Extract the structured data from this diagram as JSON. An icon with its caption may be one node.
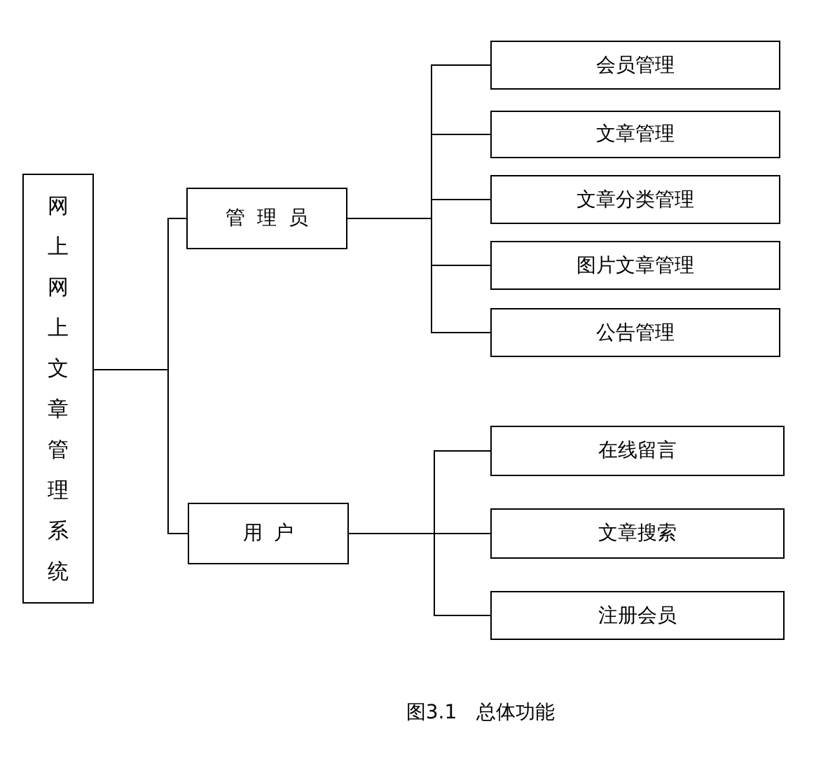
{
  "diagram": {
    "caption": "图3.1　总体功能",
    "nodes": [
      {
        "text": [
          "网上网上文章管理系统"
        ]
      },
      {
        "text": [
          "管理员"
        ]
      },
      {
        "text": [
          "会员管理"
        ]
      },
      {
        "text": [
          "文章管理"
        ]
      },
      {
        "text": [
          "文章分类管理"
        ]
      },
      {
        "text": [
          "图片文章管理"
        ]
      },
      {
        "text": [
          "公告管理"
        ]
      },
      {
        "text": [
          "用户"
        ]
      },
      {
        "text": [
          "在线留言"
        ]
      },
      {
        "text": [
          "文章搜索"
        ]
      },
      {
        "text": [
          "注册会员"
        ]
      }
    ],
    "edges": [
      {
        "from": 0,
        "to": 1,
        "arrow": "none"
      },
      {
        "from": 0,
        "to": 7,
        "arrow": "none"
      },
      {
        "from": 1,
        "to": 2,
        "arrow": "none"
      },
      {
        "from": 1,
        "to": 3,
        "arrow": "none"
      },
      {
        "from": 1,
        "to": 4,
        "arrow": "none"
      },
      {
        "from": 1,
        "to": 5,
        "arrow": "none"
      },
      {
        "from": 1,
        "to": 6,
        "arrow": "none"
      },
      {
        "from": 7,
        "to": 8,
        "arrow": "none"
      },
      {
        "from": 7,
        "to": 9,
        "arrow": "none"
      },
      {
        "from": 7,
        "to": 10,
        "arrow": "none"
      }
    ]
  }
}
